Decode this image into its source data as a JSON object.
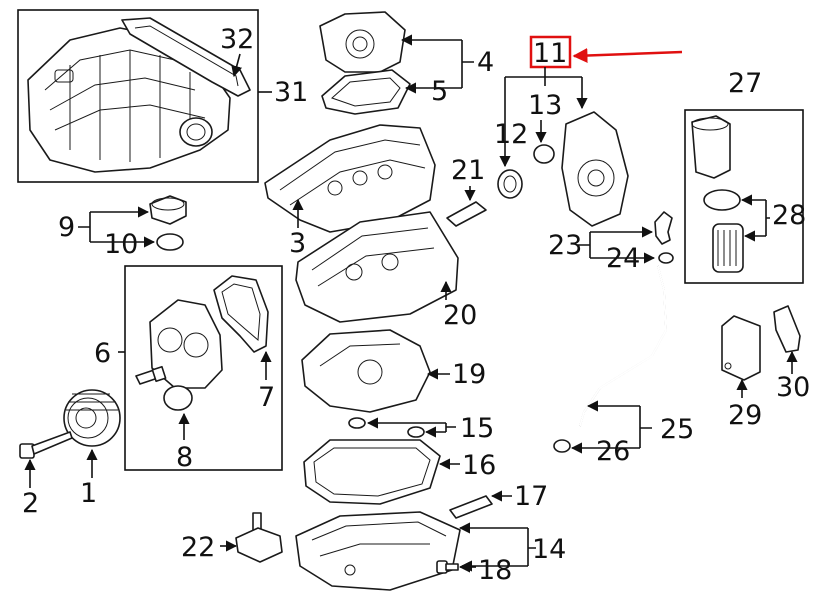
{
  "callouts": {
    "c1": "1",
    "c2": "2",
    "c3": "3",
    "c4": "4",
    "c5": "5",
    "c6": "6",
    "c7": "7",
    "c8": "8",
    "c9": "9",
    "c10": "10",
    "c11": "11",
    "c12": "12",
    "c13": "13",
    "c14": "14",
    "c15": "15",
    "c16": "16",
    "c17": "17",
    "c18": "18",
    "c19": "19",
    "c20": "20",
    "c21": "21",
    "c22": "22",
    "c23": "23",
    "c24": "24",
    "c25": "25",
    "c26": "26",
    "c27": "27",
    "c28": "28",
    "c29": "29",
    "c30": "30",
    "c31": "31",
    "c32": "32"
  },
  "colors": {
    "line": "#111111",
    "highlight": "#e01010",
    "background": "#ffffff"
  }
}
